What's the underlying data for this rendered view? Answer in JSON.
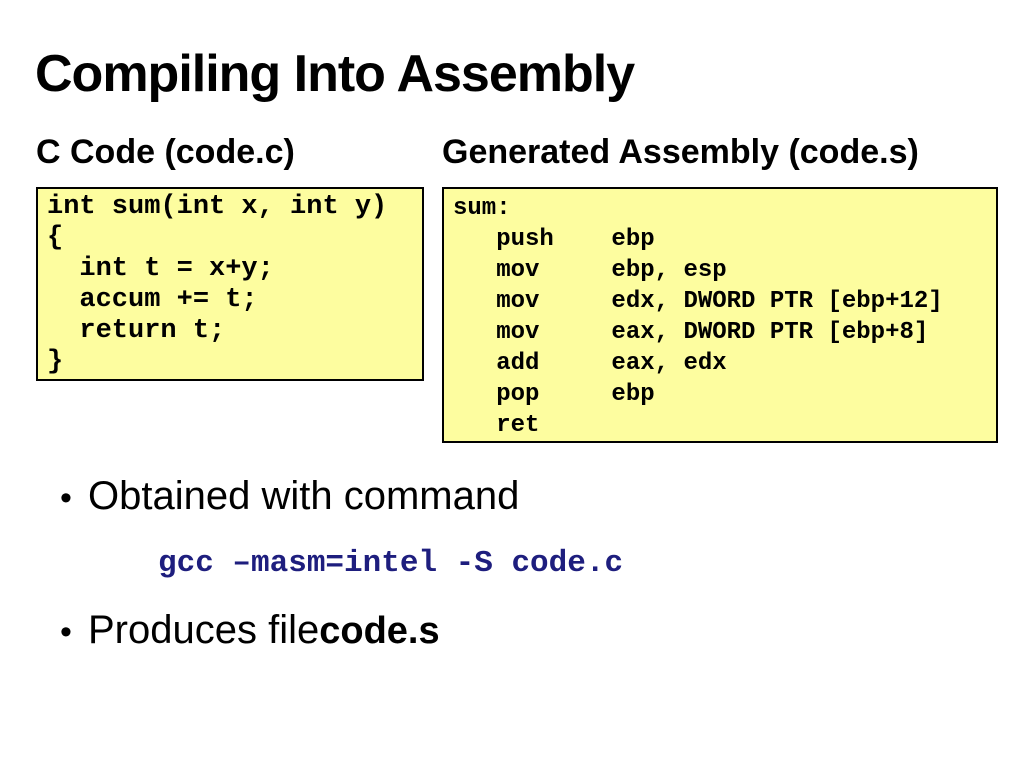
{
  "slide": {
    "title": "Compiling Into Assembly",
    "columns": {
      "left": {
        "header": "C Code (code.c)",
        "code_lines": [
          "int sum(int x, int y)",
          "{",
          "  int t = x+y;",
          "  accum += t;",
          "  return t;",
          "}"
        ]
      },
      "right": {
        "header": "Generated Assembly (code.s)",
        "code_lines": [
          "sum:",
          "   push    ebp",
          "   mov     ebp, esp",
          "   mov     edx, DWORD PTR [ebp+12]",
          "   mov     eax, DWORD PTR [ebp+8]",
          "   add     eax, edx",
          "   pop     ebp",
          "   ret"
        ]
      }
    },
    "bullets": {
      "bullet_glyph": "•",
      "item1_text": "Obtained with command",
      "command": "gcc –masm=intel -S code.c",
      "item2_prefix": "Produces file ",
      "item2_file": "code.s"
    },
    "colors": {
      "box_fill": "#FDFD9F",
      "box_border": "#000000",
      "command_text": "#1E1E7E",
      "body_text": "#000000"
    }
  }
}
